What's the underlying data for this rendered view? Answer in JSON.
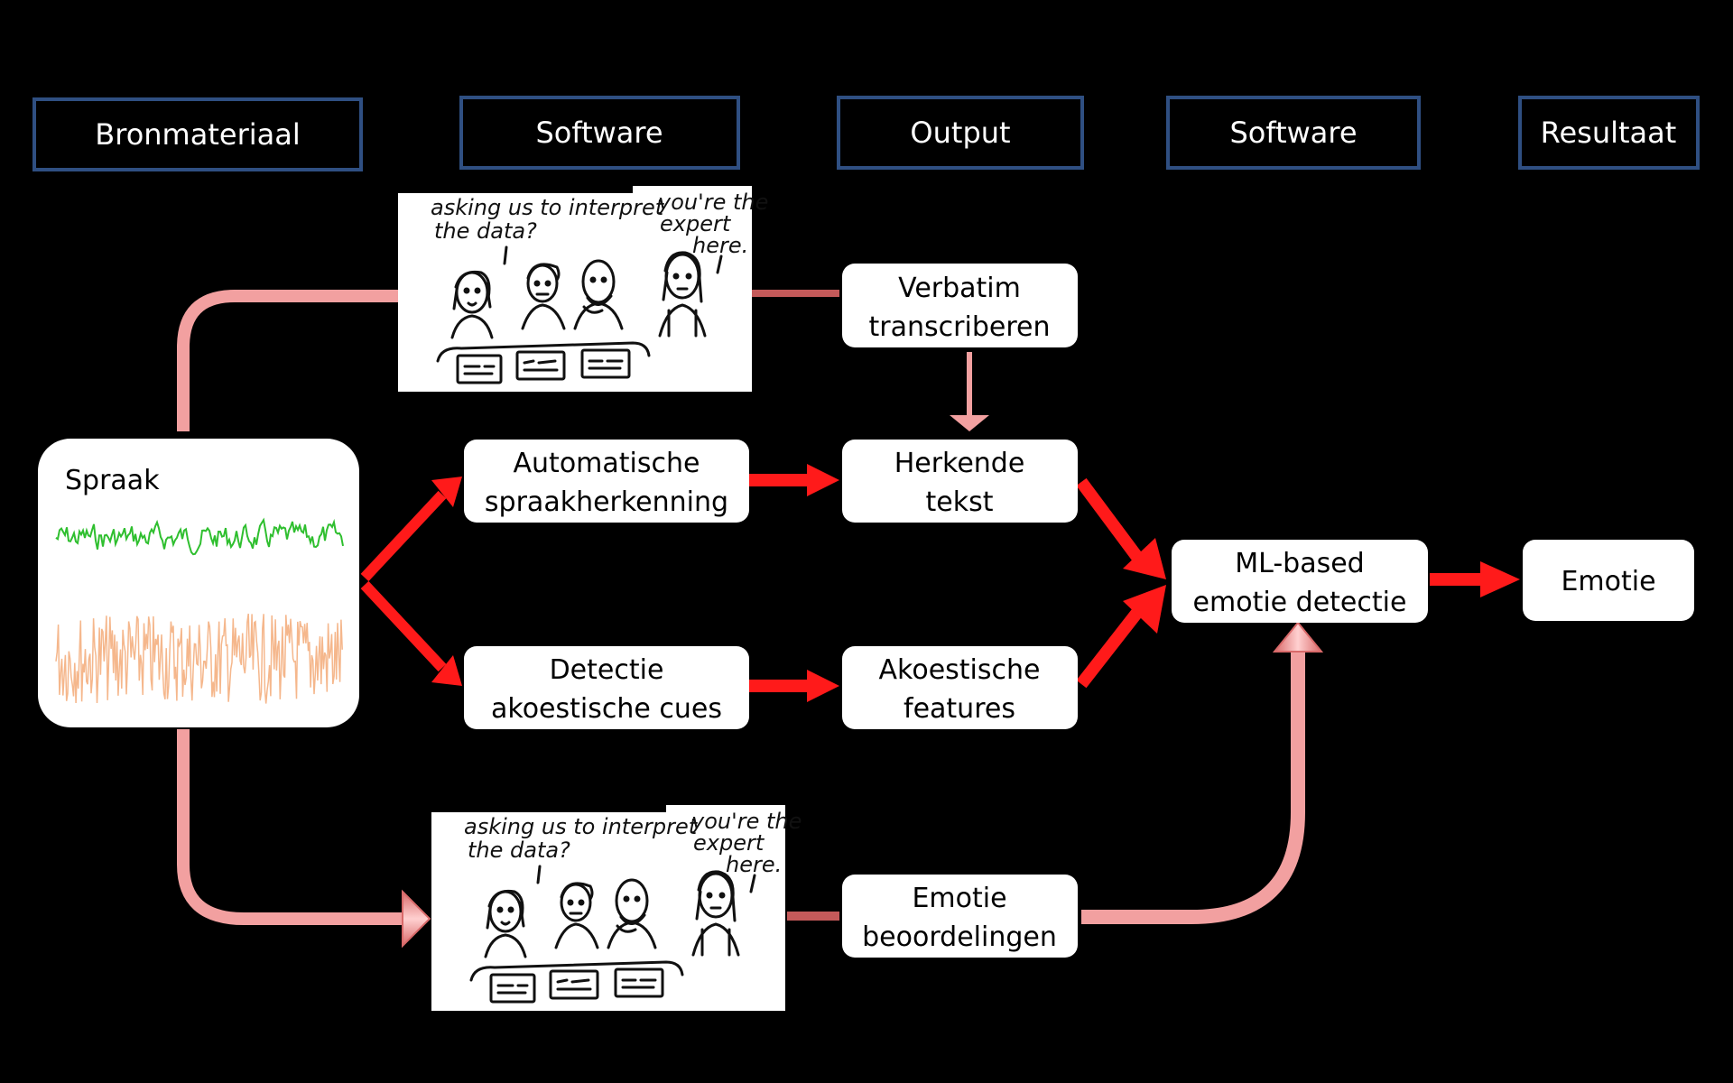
{
  "headers": [
    "Bronmateriaal",
    "Software",
    "Output",
    "Software",
    "Resultaat"
  ],
  "spraak": {
    "label": "Spraak"
  },
  "nodes": {
    "verbatim": [
      "Verbatim",
      "transcriberen"
    ],
    "asr": [
      "Automatische",
      "spraakherkenning"
    ],
    "herkende": [
      "Herkende",
      "tekst"
    ],
    "detectie": [
      "Detectie",
      "akoestische cues"
    ],
    "akoestische": [
      "Akoestische",
      "features"
    ],
    "beoordelingen": [
      "Emotie",
      "beoordelingen"
    ],
    "ml": [
      "ML-based",
      "emotie detectie"
    ],
    "emotie": "Emotie"
  },
  "cartoon": {
    "caption_left": [
      "asking us to interpret",
      "the data?"
    ],
    "caption_right": [
      "you're the",
      "expert",
      "here."
    ]
  },
  "colors": {
    "background": "#000000",
    "header_border": "#2f4f82",
    "red_arrow": "#ff1a1a",
    "pink_arrow": "#f2a0a0",
    "waveform_green": "#2fbf2f",
    "waveform_orange": "#f5b78c"
  }
}
